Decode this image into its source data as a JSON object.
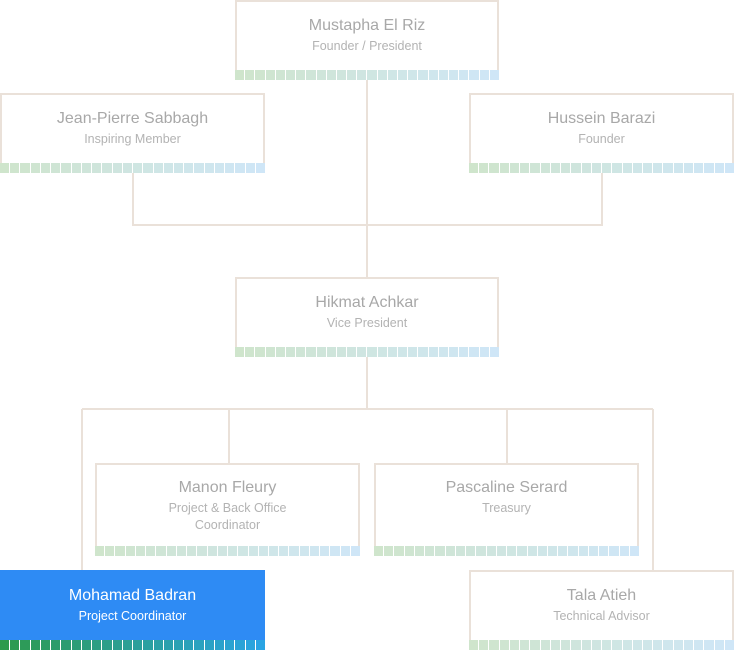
{
  "colors": {
    "connector": "#eae1d9",
    "strip_green": "#cfe5cc",
    "strip_blue": "#cfe6f7",
    "active_bg": "#2e8bf4",
    "active_strip_green": "#2d9a4d",
    "active_strip_blue": "#2aa4e3"
  },
  "nodes": [
    {
      "id": "mustapha",
      "name": "Mustapha El Riz",
      "role": "Founder / President"
    },
    {
      "id": "jean-pierre",
      "name": "Jean-Pierre Sabbagh",
      "role": "Inspiring Member"
    },
    {
      "id": "hussein",
      "name": "Hussein Barazi",
      "role": "Founder"
    },
    {
      "id": "hikmat",
      "name": "Hikmat Achkar",
      "role": "Vice President"
    },
    {
      "id": "manon",
      "name": "Manon Fleury",
      "role": "Project & Back Office Coordinator"
    },
    {
      "id": "pascaline",
      "name": "Pascaline Serard",
      "role": "Treasury"
    },
    {
      "id": "mohamad",
      "name": "Mohamad Badran",
      "role": "Project Coordinator",
      "selected": true
    },
    {
      "id": "tala",
      "name": "Tala Atieh",
      "role": "Technical Advisor"
    }
  ]
}
